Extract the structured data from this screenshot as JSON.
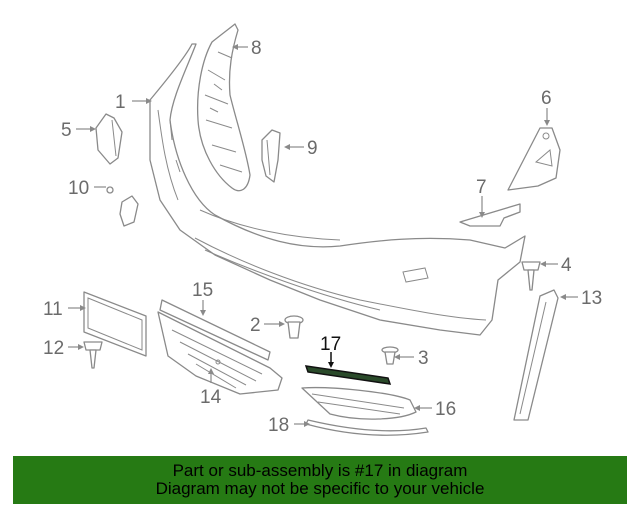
{
  "diagram": {
    "callouts": [
      "1",
      "2",
      "3",
      "4",
      "5",
      "6",
      "7",
      "8",
      "9",
      "10",
      "11",
      "12",
      "13",
      "14",
      "15",
      "16",
      "17",
      "18"
    ],
    "highlighted_callout": "17"
  },
  "banner": {
    "line1": "Part or sub-assembly is #17 in diagram",
    "line2": "Diagram may not be specific to your vehicle",
    "color": "#267a14"
  }
}
